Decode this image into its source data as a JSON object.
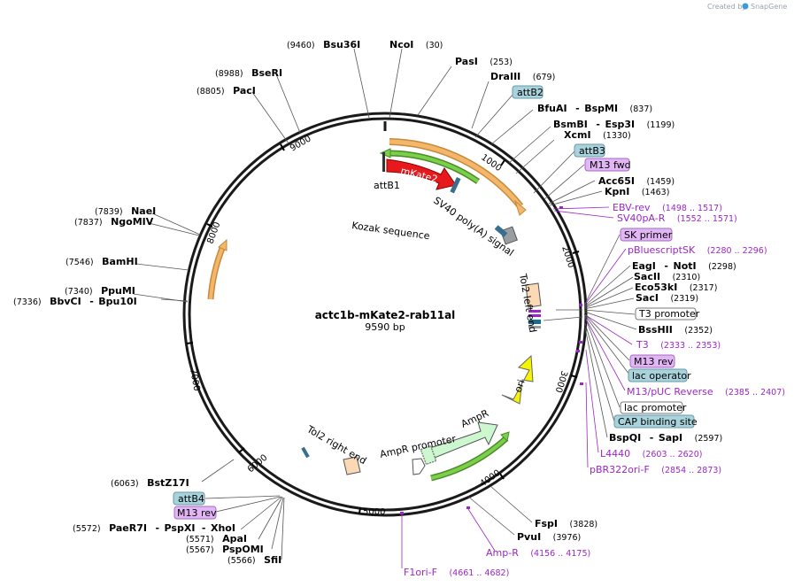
{
  "branding": {
    "prefix": "Created by",
    "name": "SnapGene"
  },
  "plasmid": {
    "name": "actc1b-mKate2-rab11al",
    "length": 9590,
    "length_text": "9590 bp"
  },
  "ticks": [
    "9000",
    "1000",
    "2000",
    "3000",
    "4000",
    "5000",
    "6000",
    "7000",
    "8000"
  ],
  "inner_labels": {
    "mkate2": "mKate2",
    "attb1": "attB1",
    "kozak": "Kozak sequence",
    "sv40": "SV40 poly(A) signal",
    "tol2_left": "Tol2 left end",
    "tol2_right": "Tol2 right end",
    "ori": "ori",
    "ampr": "AmpR",
    "ampr_promoter": "AmpR promoter"
  },
  "enzymes": {
    "bsu36i": {
      "pos": "(9460)",
      "name": "Bsu36I"
    },
    "ncoi": {
      "name": "NcoI",
      "pos": "(30)"
    },
    "pasi": {
      "name": "PasI",
      "pos": "(253)"
    },
    "draiii": {
      "name": "DraIII",
      "pos": "(679)"
    },
    "bfuai": {
      "name": "BfuAI",
      "name2": "BspMI",
      "pos": "(837)"
    },
    "bsmbi": {
      "name": "BsmBI",
      "name2": "Esp3I",
      "pos": "(1199)"
    },
    "xcmi": {
      "name": "XcmI",
      "pos": "(1330)"
    },
    "acc65i": {
      "name": "Acc65I",
      "pos": "(1459)"
    },
    "kpni": {
      "name": "KpnI",
      "pos": "(1463)"
    },
    "eagi": {
      "name": "EagI",
      "name2": "NotI",
      "pos": "(2298)"
    },
    "sacii": {
      "name": "SacII",
      "pos": "(2310)"
    },
    "eco53ki": {
      "name": "Eco53kI",
      "pos": "(2317)"
    },
    "saci": {
      "name": "SacI",
      "pos": "(2319)"
    },
    "bsshii": {
      "name": "BssHII",
      "pos": "(2352)"
    },
    "bspqi": {
      "name": "BspQI",
      "name2": "SapI",
      "pos": "(2597)"
    },
    "fspi": {
      "name": "FspI",
      "pos": "(3828)"
    },
    "pvui": {
      "name": "PvuI",
      "pos": "(3976)"
    },
    "sfii": {
      "pos": "(5566)",
      "name": "SfiI"
    },
    "pspomi": {
      "pos": "(5567)",
      "name": "PspOMI"
    },
    "apai": {
      "pos": "(5571)",
      "name": "ApaI"
    },
    "paer7i": {
      "pos": "(5572)",
      "name": "PaeR7I",
      "name2": "PspXI",
      "name3": "XhoI"
    },
    "bstz17i": {
      "pos": "(6063)",
      "name": "BstZ17I"
    },
    "bbvci": {
      "pos": "(7336)",
      "name": "BbvCI",
      "name2": "Bpu10I"
    },
    "ppumi": {
      "pos": "(7340)",
      "name": "PpuMI"
    },
    "bamhi": {
      "pos": "(7546)",
      "name": "BamHI"
    },
    "ngomiv": {
      "pos": "(7837)",
      "name": "NgoMIV"
    },
    "naei": {
      "pos": "(7839)",
      "name": "NaeI"
    },
    "paci": {
      "pos": "(8805)",
      "name": "PacI"
    },
    "bseri": {
      "pos": "(8988)",
      "name": "BseRI"
    }
  },
  "features": {
    "ebv_rev": {
      "name": "EBV-rev",
      "pos": "(1498 .. 1517)"
    },
    "sv40pa_r": {
      "name": "SV40pA-R",
      "pos": "(1552 .. 1571)"
    },
    "pbluescriptsk": {
      "name": "pBluescriptSK",
      "pos": "(2280 .. 2296)"
    },
    "t3": {
      "name": "T3",
      "pos": "(2333 .. 2353)"
    },
    "m13puc": {
      "name": "M13/pUC Reverse",
      "pos": "(2385 .. 2407)"
    },
    "l4440": {
      "name": "L4440",
      "pos": "(2603 .. 2620)"
    },
    "pbr322": {
      "name": "pBR322ori-F",
      "pos": "(2854 .. 2873)"
    },
    "ampr": {
      "name": "Amp-R",
      "pos": "(4156 .. 4175)"
    },
    "f1ori": {
      "name": "F1ori-F",
      "pos": "(4661 .. 4682)"
    }
  },
  "boxes": {
    "attb2": "attB2",
    "attb3": "attB3",
    "m13fwd": "M13 fwd",
    "sk_primer": "SK primer",
    "t3_promoter": "T3 promoter",
    "m13rev": "M13 rev",
    "lac_operator": "lac operator",
    "lac_promoter": "lac promoter",
    "cap_site": "CAP binding site",
    "attb4": "attB4",
    "m13rev2": "M13 rev"
  },
  "colors": {
    "backbone": "#1a1a1a",
    "feature_text": "#9b27c7",
    "mkate2": "#e8191c",
    "orange_feature": "#f4b66a",
    "green_feature": "#7bd04a",
    "ori": "#f5f500",
    "ampr": "#ccf7cf",
    "tol2": "#fbd9b5",
    "box_teal": "#a8d3dc",
    "box_purple": "#e2b5f5"
  }
}
